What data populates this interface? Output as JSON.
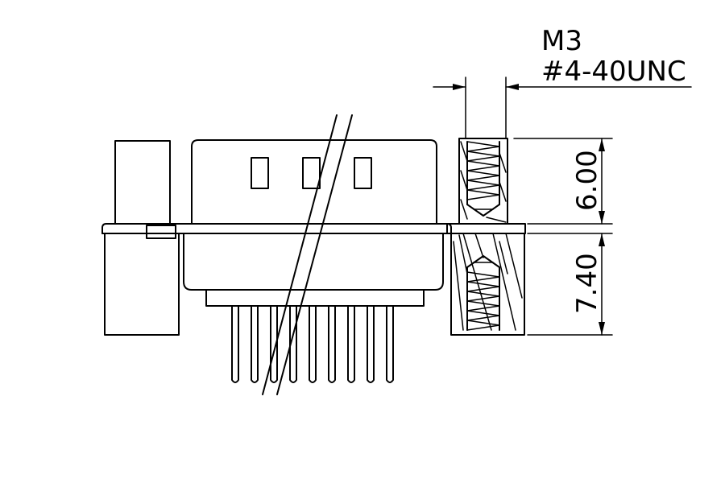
{
  "drawing": {
    "thread_metric": "M3",
    "thread_unc": "#4-40UNC",
    "dim_upper": "6.00",
    "dim_lower": "7.40"
  },
  "colors": {
    "line": "#000000",
    "background": "#ffffff"
  }
}
